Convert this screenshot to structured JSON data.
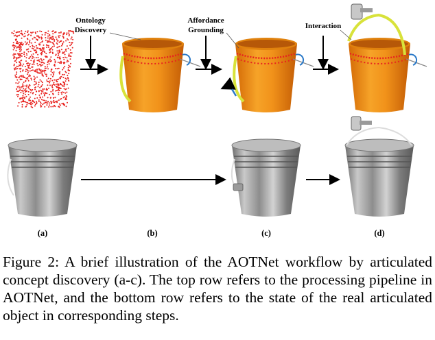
{
  "figure": {
    "step_labels": [
      "Ontology\nDiscovery",
      "Affordance\nGrounding",
      "Interaction"
    ],
    "subfigure_labels": [
      "(a)",
      "(b)",
      "(c)",
      "(d)"
    ]
  },
  "caption": {
    "text": "Figure 2: A brief illustration of the AOTNet workflow by articulated concept discovery (a-c). The top row refers to the processing pipeline in AOTNet, and the bottom row refers to the state of the real articulated object in corresponding steps."
  },
  "colors": {
    "point_cloud": "#e8231f",
    "bucket_orange": "#f0960f",
    "handle_yellow": "#d8e23a",
    "axis_blue": "#2a79c8",
    "bucket_gray": "#a8a8a8"
  }
}
